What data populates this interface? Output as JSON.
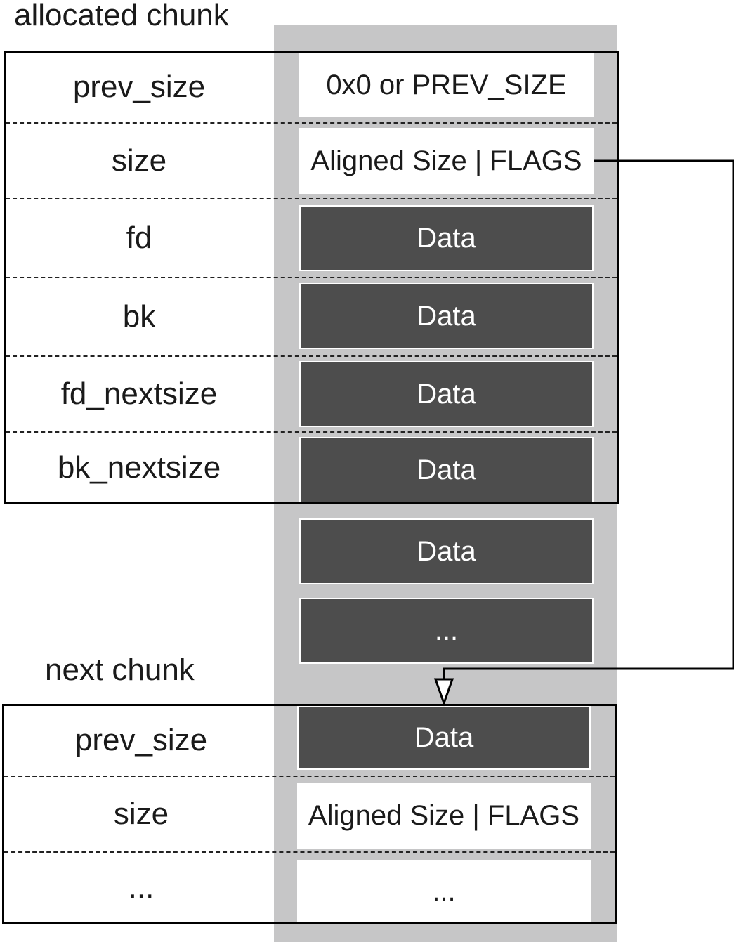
{
  "allocated_chunk": {
    "title": "allocated chunk",
    "fields": [
      {
        "label": "prev_size",
        "value": "0x0 or PREV_SIZE",
        "style": "light"
      },
      {
        "label": "size",
        "value": "Aligned Size | FLAGS",
        "style": "light"
      },
      {
        "label": "fd",
        "value": "Data",
        "style": "dark"
      },
      {
        "label": "bk",
        "value": "Data",
        "style": "dark"
      },
      {
        "label": "fd_nextsize",
        "value": "Data",
        "style": "dark"
      },
      {
        "label": "bk_nextsize",
        "value": "Data",
        "style": "dark"
      }
    ],
    "extra_cells": [
      {
        "value": "Data",
        "style": "dark"
      },
      {
        "value": "...",
        "style": "dark"
      }
    ]
  },
  "next_chunk": {
    "title": "next chunk",
    "fields": [
      {
        "label": "prev_size",
        "value": "Data",
        "style": "dark"
      },
      {
        "label": "size",
        "value": "Aligned Size | FLAGS",
        "style": "light"
      },
      {
        "label": "...",
        "value": "...",
        "style": "light"
      }
    ]
  },
  "colors": {
    "column_gray": "#c6c6c7",
    "dark_cell": "#4d4d4d",
    "light_cell": "#ffffff",
    "frame": "#000000"
  }
}
